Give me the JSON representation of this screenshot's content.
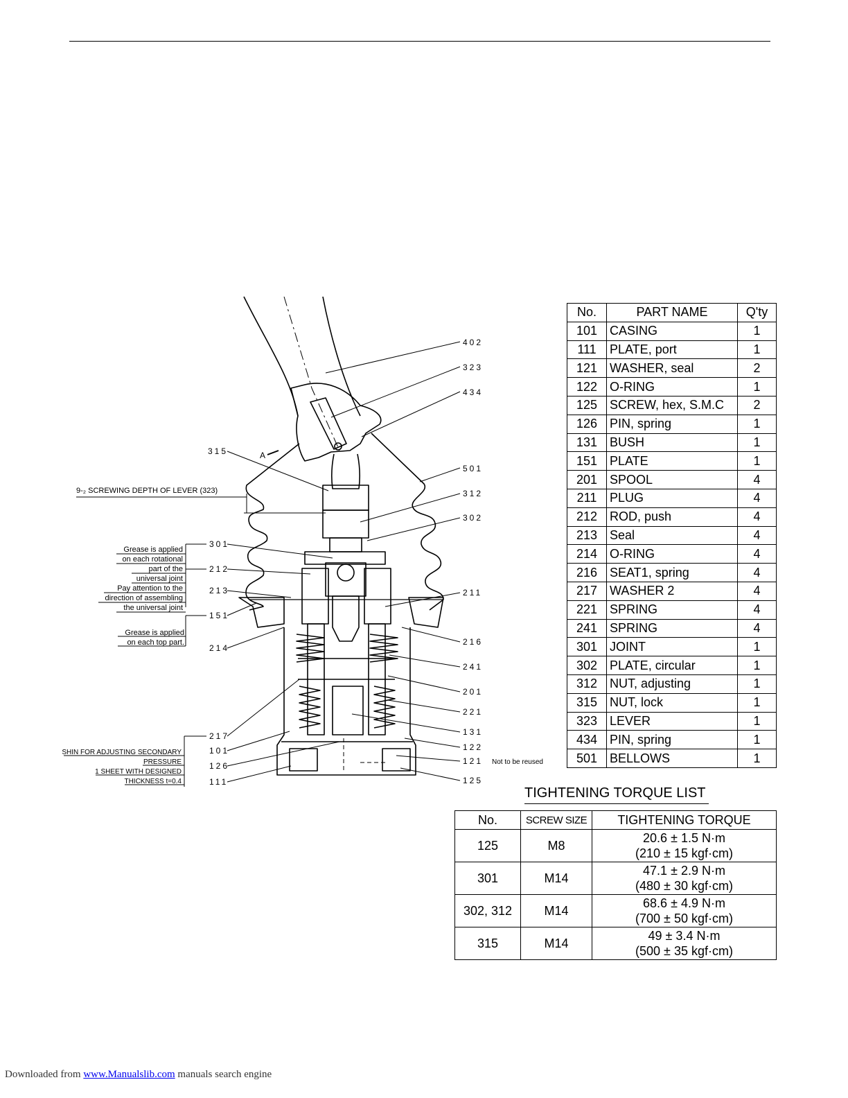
{
  "diagram": {
    "callouts_right": [
      "402",
      "323",
      "434",
      "501",
      "312",
      "302",
      "211",
      "216",
      "241",
      "201",
      "221",
      "131",
      "122",
      "121",
      "125"
    ],
    "callouts_left": [
      "315",
      "301",
      "212",
      "213",
      "151",
      "214",
      "217",
      "101",
      "126",
      "111"
    ],
    "view_marker": "A",
    "screwing_depth_note": "9-₂ SCREWING DEPTH OF LEVER (323)",
    "grease_rotational_note": [
      "Grease is applied",
      "on each rotational",
      "part of the",
      "universal joint"
    ],
    "assembling_note": [
      "Pay attention to the",
      "direction of assembling",
      "the universal joint"
    ],
    "grease_top_note": [
      "Grease is applied",
      "on each top part."
    ],
    "shim_note": [
      "SHIN FOR ADJUSTING SECONDARY",
      "PRESSURE",
      "1 SHEET WITH DESIGNED",
      "THICKNESS t=0.4"
    ],
    "not_reused_note": "Not to be reused"
  },
  "parts_table": {
    "headers": {
      "no": "No.",
      "name": "PART NAME",
      "qty": "Q'ty"
    },
    "rows": [
      {
        "no": "101",
        "name": "CASING",
        "qty": "1"
      },
      {
        "no": "111",
        "name": "PLATE, port",
        "qty": "1"
      },
      {
        "no": "121",
        "name": "WASHER, seal",
        "qty": "2"
      },
      {
        "no": "122",
        "name": "O-RING",
        "qty": "1"
      },
      {
        "no": "125",
        "name": "SCREW, hex, S.M.C",
        "qty": "2"
      },
      {
        "no": "126",
        "name": "PIN, spring",
        "qty": "1"
      },
      {
        "no": "131",
        "name": "BUSH",
        "qty": "1"
      },
      {
        "no": "151",
        "name": "PLATE",
        "qty": "1"
      },
      {
        "no": "201",
        "name": "SPOOL",
        "qty": "4"
      },
      {
        "no": "211",
        "name": "PLUG",
        "qty": "4"
      },
      {
        "no": "212",
        "name": "ROD, push",
        "qty": "4"
      },
      {
        "no": "213",
        "name": "Seal",
        "qty": "4"
      },
      {
        "no": "214",
        "name": "O-RING",
        "qty": "4"
      },
      {
        "no": "216",
        "name": "SEAT1, spring",
        "qty": "4"
      },
      {
        "no": "217",
        "name": "WASHER 2",
        "qty": "4"
      },
      {
        "no": "221",
        "name": "SPRING",
        "qty": "4"
      },
      {
        "no": "241",
        "name": "SPRING",
        "qty": "4"
      },
      {
        "no": "301",
        "name": "JOINT",
        "qty": "1"
      },
      {
        "no": "302",
        "name": "PLATE, circular",
        "qty": "1"
      },
      {
        "no": "312",
        "name": "NUT, adjusting",
        "qty": "1"
      },
      {
        "no": "315",
        "name": "NUT, lock",
        "qty": "1"
      },
      {
        "no": "323",
        "name": "LEVER",
        "qty": "1"
      },
      {
        "no": "434",
        "name": "PIN, spring",
        "qty": "1"
      },
      {
        "no": "501",
        "name": "BELLOWS",
        "qty": "1"
      }
    ]
  },
  "torque_list": {
    "title": "TIGHTENING TORQUE LIST",
    "headers": {
      "no": "No.",
      "size": "SCREW SIZE",
      "torque": "TIGHTENING TORQUE"
    },
    "rows": [
      {
        "no": "125",
        "size": "M8",
        "torque_nm": "20.6 ± 1.5 N·m",
        "torque_kgf": "(210 ± 15 kgf·cm)"
      },
      {
        "no": "301",
        "size": "M14",
        "torque_nm": "47.1 ± 2.9 N·m",
        "torque_kgf": "(480 ± 30 kgf·cm)"
      },
      {
        "no": "302, 312",
        "size": "M14",
        "torque_nm": "68.6 ± 4.9 N·m",
        "torque_kgf": "(700 ± 50 kgf·cm)"
      },
      {
        "no": "315",
        "size": "M14",
        "torque_nm": "49 ± 3.4 N·m",
        "torque_kgf": "(500 ± 35 kgf·cm)"
      }
    ]
  },
  "footer": {
    "prefix": "Downloaded from ",
    "link": "www.Manualslib.com",
    "suffix": " manuals search engine"
  }
}
